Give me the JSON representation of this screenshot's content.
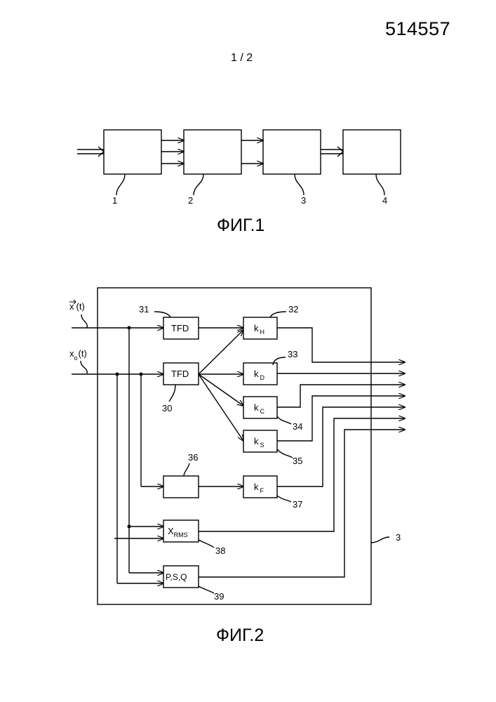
{
  "header": {
    "doc_number": "514557",
    "sheet": "1 / 2"
  },
  "fig1": {
    "caption": "ФИГ.1",
    "labels": [
      "1",
      "2",
      "3",
      "4"
    ]
  },
  "fig2": {
    "caption": "ФИГ.2",
    "inputs": {
      "x": "x",
      "x_arg": "(t)",
      "x0": "x",
      "x0_sub": "o",
      "x0_arg": "(t)"
    },
    "blocks": {
      "tfd_top": "TFD",
      "tfd_bottom": "TFD",
      "kH": {
        "base": "k",
        "sub": "H"
      },
      "kD": {
        "base": "k",
        "sub": "D"
      },
      "kC": {
        "base": "k",
        "sub": "C"
      },
      "kS": {
        "base": "k",
        "sub": "S"
      },
      "kF": {
        "base": "k",
        "sub": "F"
      },
      "xrms": {
        "base": "X",
        "sub": "RMS"
      },
      "psq": "P,S,Q"
    },
    "refs": {
      "r31": "31",
      "r32": "32",
      "r33": "33",
      "r30": "30",
      "r34": "34",
      "r35": "35",
      "r36": "36",
      "r37": "37",
      "r38": "38",
      "r39": "39",
      "r3": "3"
    }
  }
}
